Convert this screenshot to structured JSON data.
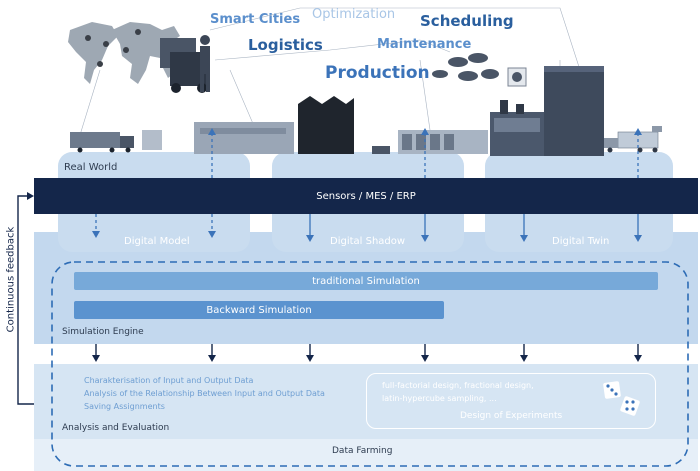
{
  "keywords": {
    "smart_cities": "Smart Cities",
    "optimization": "Optimization",
    "scheduling": "Scheduling",
    "logistics": "Logistics",
    "maintenance": "Maintenance",
    "production": "Production"
  },
  "real_world": {
    "label": "Real World"
  },
  "sensors_bar": {
    "label": "Sensors / MES / ERP"
  },
  "digital_boxes": [
    {
      "label": "Digital Model"
    },
    {
      "label": "Digital Shadow"
    },
    {
      "label": "Digital Twin"
    }
  ],
  "feedback": {
    "label": "Continuous feedback"
  },
  "simulation": {
    "traditional": "traditional Simulation",
    "backward": "Backward Simulation",
    "engine_label": "Simulation Engine"
  },
  "analysis": {
    "items": [
      "Charakterisation of Input and Output Data",
      "Analysis of the Relationship Between Input and Output Data",
      "Saving Assignments"
    ],
    "label": "Analysis and Evaluation"
  },
  "doe": {
    "lines": [
      "full-factorial design, fractional design,",
      "latin-hypercube sampling, ..."
    ],
    "label": "Design of Experiments"
  },
  "data_farming": {
    "label": "Data Farming"
  },
  "colors": {
    "navy": "#14264a",
    "accent_blue": "#3b73b9",
    "light_panel": "#c9dcef",
    "pale_panel": "#dde9f5",
    "bar_mid": "#77a9d9",
    "bar_dark": "#5b93cf"
  }
}
